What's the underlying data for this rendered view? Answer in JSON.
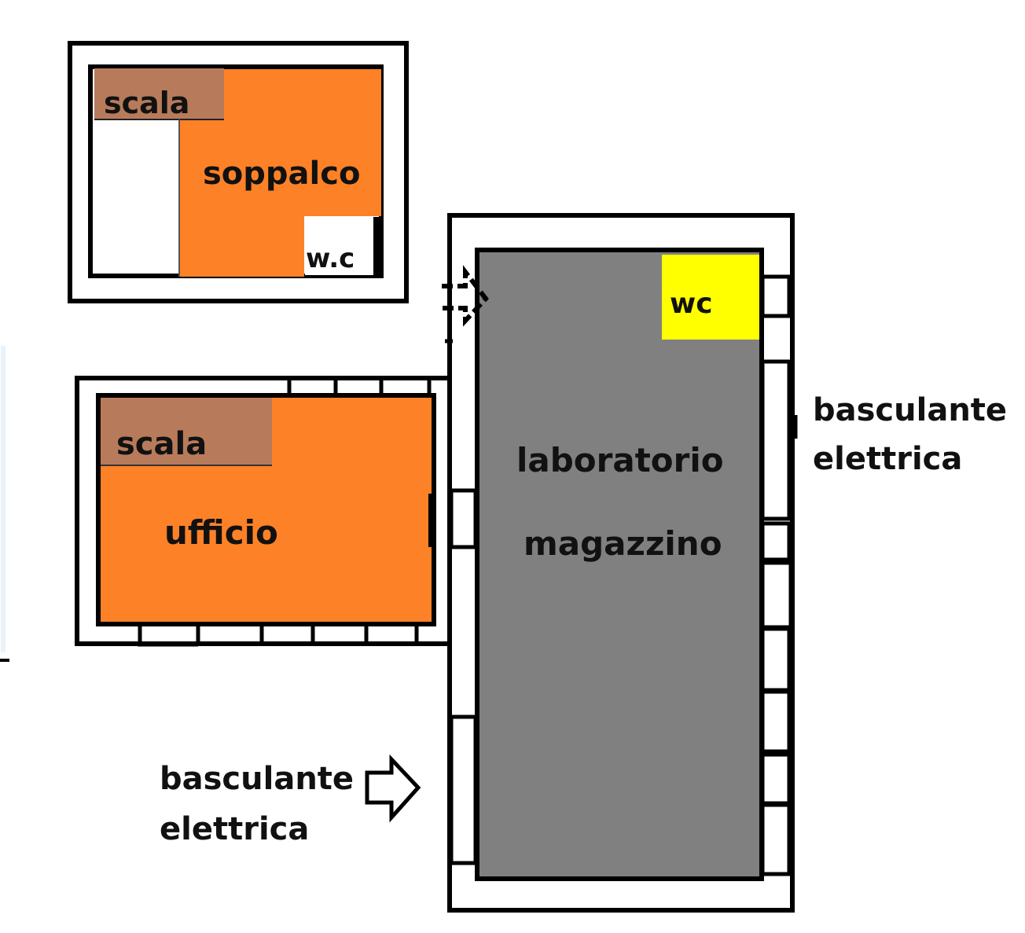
{
  "colors": {
    "room_orange": "#fd8127",
    "stair_brown": "#b77b5b",
    "lab_gray": "#808080",
    "wc_yellow": "#ffff00",
    "wall": "#000000",
    "paper": "#ffffff"
  },
  "mezzanine": {
    "stair_label": "scala",
    "room_label": "soppalco",
    "wc_label": "w.c"
  },
  "office": {
    "stair_label": "scala",
    "room_label": "ufficio"
  },
  "workshop": {
    "wc_label": "wc",
    "room_label_1": "laboratorio",
    "room_label_2": "magazzino"
  },
  "doors": {
    "right": {
      "line1": "basculante",
      "line2": "elettrica"
    },
    "left": {
      "line1": "basculante",
      "line2": "elettrica"
    }
  },
  "icons": {
    "entry_arrow": "arrow-right-icon",
    "door_arrow": "arrow-right-icon"
  }
}
